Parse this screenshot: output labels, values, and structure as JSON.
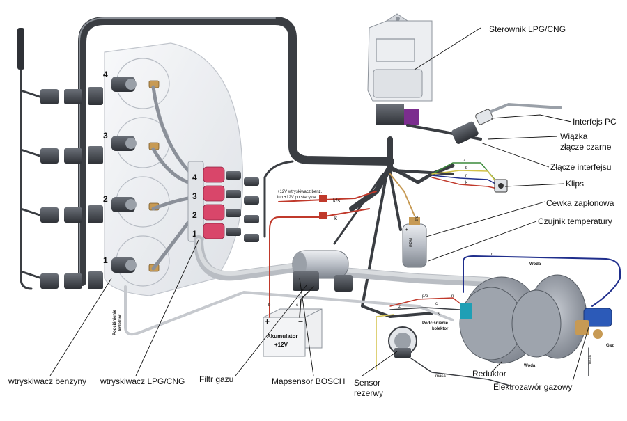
{
  "labels": {
    "controller": "Sterownik LPG/CNG",
    "pc_interface": "Interfejs PC",
    "harness_connector_line1": "Wiązka",
    "harness_connector_line2": "złącze czarne",
    "interface_connector": "Złącze interfejsu",
    "clip": "Klips",
    "ignition_coil": "Cewka zapłonowa",
    "temperature_sensor": "Czujnik temperatury",
    "petrol_injector": "wtryskiwacz benzyny",
    "lpg_injector": "wtryskiwacz LPG/CNG",
    "gas_filter": "Filtr gazu",
    "map_sensor": "Mapsensor BOSCH",
    "level_sensor_line1": "Sensor",
    "level_sensor_line2": "rezerwy",
    "reducer": "Reduktor",
    "solenoid_valve": "Elektrozawór gazowy",
    "battery_line1": "Akumulator",
    "battery_line2": "+12V",
    "vacuum_left_line1": "Podciśnienie",
    "vacuum_left_line2": "kolektor",
    "vacuum_right_line1": "Podciśnienie",
    "vacuum_right_line2": "kolektor",
    "water_top": "Woda",
    "water_bottom": "Woda",
    "gas": "Gaz",
    "ground_reducer": "masa",
    "ground_valve": "masa",
    "supply_line1": "+12V wtryskiwacz benz.",
    "supply_line2": "lub +12V po stacyjce",
    "rpm": "RPM"
  },
  "cylinders": [
    "4",
    "3",
    "2",
    "1"
  ],
  "rail_ports": [
    "4",
    "3",
    "2",
    "1"
  ],
  "wire_codes": {
    "ks": "k/s",
    "k_fuse": "k",
    "zc": "z/c",
    "po": "p/o",
    "c": "c",
    "n": "n",
    "k_reducer": "k",
    "z": "z",
    "b_battery": "b",
    "c_battery": "c",
    "n_blue": "n",
    "n_clip1": "n",
    "n_clip2": "n",
    "b_clip": "b",
    "k_clip": "k",
    "z_clip": "z"
  },
  "colors": {
    "harness": "#3a3d42",
    "injector_rail": "#d9466a",
    "wire_red": "#c0392b",
    "wire_yellow": "#d4c24a",
    "wire_blue": "#1f2e8c",
    "wire_green": "#3a8a3a",
    "manifold": "#eef0f3"
  }
}
